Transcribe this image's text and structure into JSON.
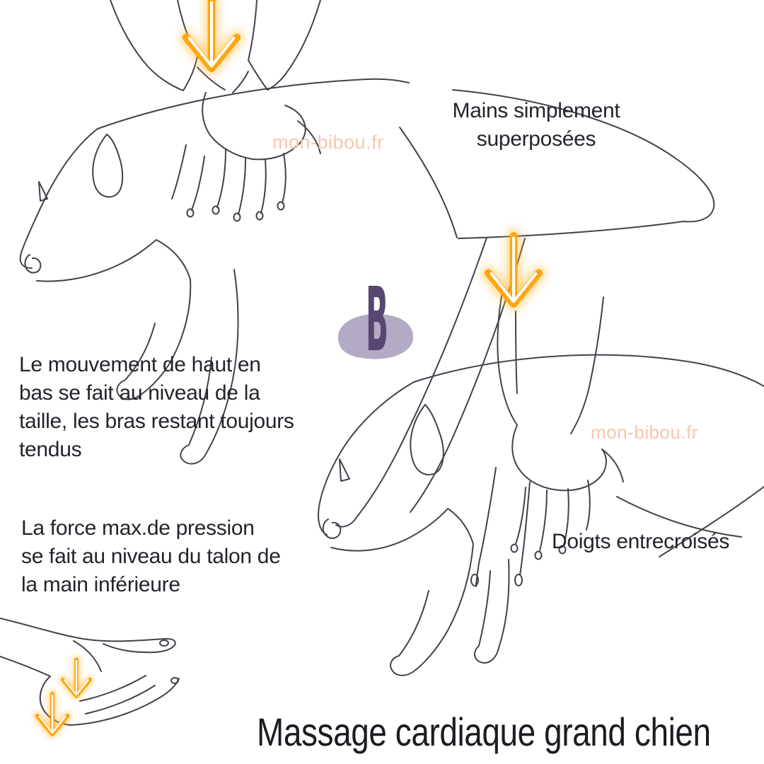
{
  "page": {
    "background_color": "#ffffff",
    "language": "fr"
  },
  "title": {
    "text": "Massage cardiaque grand chien",
    "color": "#1c1b22"
  },
  "logo": {
    "letter": "B",
    "letter_color": "#584672",
    "blob_color": "#b3abc4"
  },
  "watermarks": {
    "top_left_area": "mon-bibou.fr",
    "bottom_right_area": "mon-bibou.fr",
    "color": "#f7c5b0"
  },
  "annotations": {
    "hands_superposed": "Mains simplement\nsuperposées",
    "movement_note": "Le mouvement de haut en\nbas se fait au niveau de la\ntaille, les bras restant toujours\ntendus",
    "force_note": "La force max.de pression\nse fait au niveau du talon de\nla main inférieure",
    "fingers_interlocked": "Doigts entrecroisés",
    "text_color": "#25232b"
  },
  "icons": {
    "arrows": [
      {
        "name": "down-arrow-neon",
        "location": "above-superposed-hands"
      },
      {
        "name": "down-arrow-neon",
        "location": "above-straight-arm"
      },
      {
        "name": "down-arrow-neon",
        "location": "hand-heel-upper"
      },
      {
        "name": "down-arrow-neon",
        "location": "hand-heel-lower"
      }
    ],
    "arrow_color": "#ffa60f",
    "arrow_core_color": "#ffffff"
  },
  "illustrations": {
    "line_color": "#45404c",
    "dog_superposed_hands": "line drawing: large dog lying on side, rescuer arms with hands simply superposed pressing the chest",
    "dog_interlocked_fingers": "line drawing: large dog lying on side, rescuer straight arm with fingers interlocked on the chest",
    "hand_heel": "line drawing: side view of a hand, pressure arrows at the heel of the palm"
  }
}
